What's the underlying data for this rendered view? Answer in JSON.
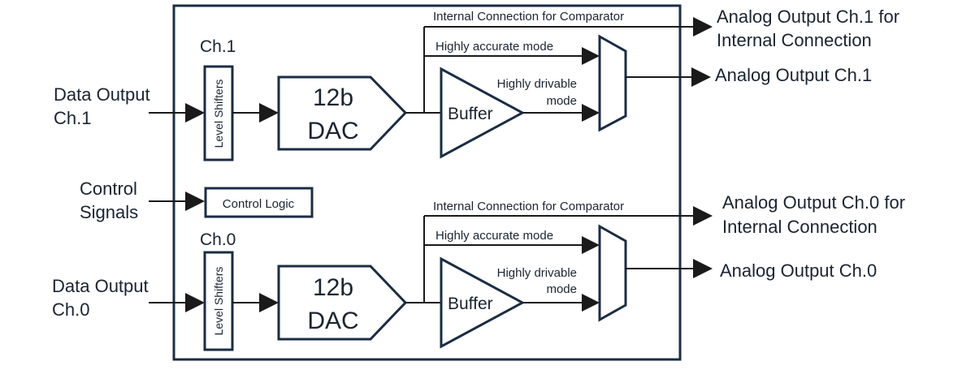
{
  "inputs": {
    "data_ch1": [
      "Data Output",
      "Ch.1"
    ],
    "control": [
      "Control",
      "Signals"
    ],
    "data_ch0": [
      "Data Output",
      "Ch.0"
    ]
  },
  "channels": [
    {
      "label": "Ch.1",
      "level_shifters": "Level Shifters",
      "dac": [
        "12b",
        "DAC"
      ],
      "buffer": "Buffer",
      "internal_connection": "Internal Connection for Comparator",
      "highly_accurate": "Highly accurate mode",
      "highly_drivable": [
        "Highly drivable",
        "mode"
      ],
      "output_internal": [
        "Analog Output Ch.1 for",
        "Internal Connection"
      ],
      "output": "Analog Output Ch.1"
    },
    {
      "label": "Ch.0",
      "level_shifters": "Level Shifters",
      "dac": [
        "12b",
        "DAC"
      ],
      "buffer": "Buffer",
      "internal_connection": "Internal Connection for Comparator",
      "highly_accurate": "Highly accurate mode",
      "highly_drivable": [
        "Highly drivable",
        "mode"
      ],
      "output_internal": [
        "Analog Output Ch.0 for",
        "Internal Connection"
      ],
      "output": "Analog Output Ch.0"
    }
  ],
  "control_logic": "Control Logic"
}
